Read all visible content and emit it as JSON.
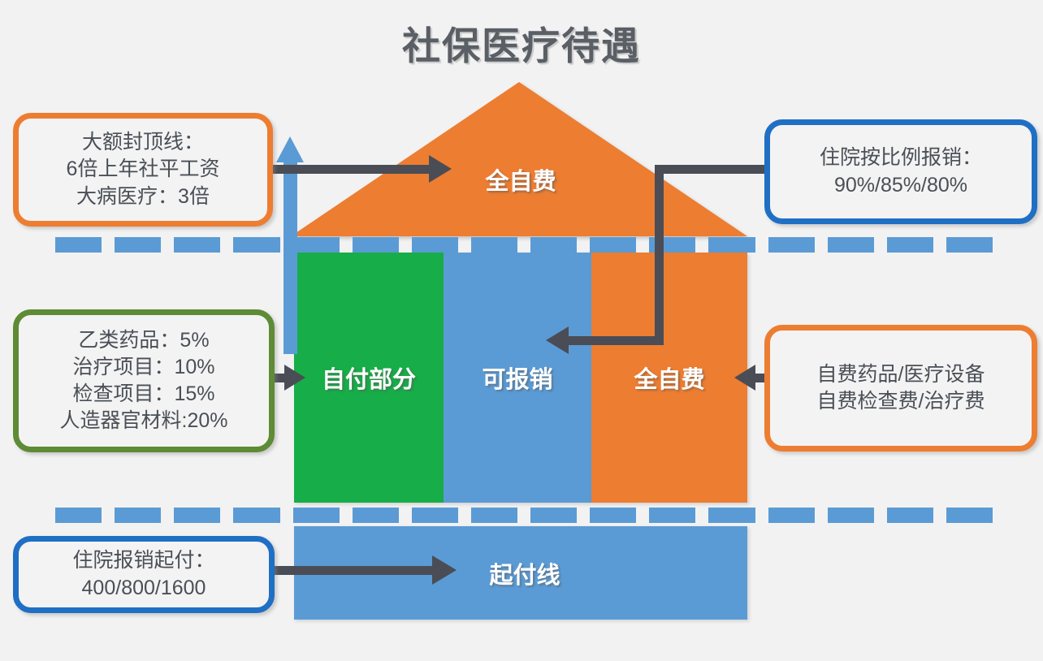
{
  "header": {
    "title": "社保医疗待遇"
  },
  "colors": {
    "orange": "#ED7D31",
    "blue": "#5B9BD5",
    "green": "#17AD48",
    "dark_blue_border": "#1F6FC4",
    "green_border": "#5E8B35",
    "arrow_gray": "#4A4D55",
    "title_gray": "#5A5F66",
    "background": "#F2F2F2"
  },
  "diagram": {
    "roof": {
      "label": "全自费",
      "icon": "triangle-roof-shape"
    },
    "blocks": [
      {
        "id": "self-pay",
        "label": "自付部分",
        "color": "#17AD48"
      },
      {
        "id": "covered",
        "label": "可报销",
        "color": "#5B9BD5"
      },
      {
        "id": "full-pay",
        "label": "全自费",
        "color": "#ED7D31"
      }
    ],
    "bottom_bar": {
      "label": "起付线",
      "color": "#5B9BD5"
    },
    "dashed_lines": {
      "count": 2,
      "segments": 16,
      "color": "#5B9BD5"
    },
    "up_arrow": {
      "icon": "arrow-up-icon",
      "color": "#5B9BD5"
    }
  },
  "callouts": {
    "cap": {
      "border_color": "#ED7D31",
      "lines": [
        "大额封顶线：",
        "6倍上年社平工资",
        "大病医疗：3倍"
      ]
    },
    "ratio": {
      "border_color": "#1F6FC4",
      "lines": [
        "住院按比例报销：",
        "90%/85%/80%"
      ]
    },
    "self_pay": {
      "border_color": "#5E8B35",
      "lines": [
        "乙类药品：5%",
        "治疗项目：10%",
        "检查项目：15%",
        "人造器官材料:20%"
      ]
    },
    "full_pay": {
      "border_color": "#ED7D31",
      "lines": [
        "自费药品/医疗设备",
        "自费检查费/治疗费"
      ]
    },
    "deductible": {
      "border_color": "#1F6FC4",
      "lines": [
        "住院报销起付：",
        "400/800/1600"
      ]
    }
  }
}
